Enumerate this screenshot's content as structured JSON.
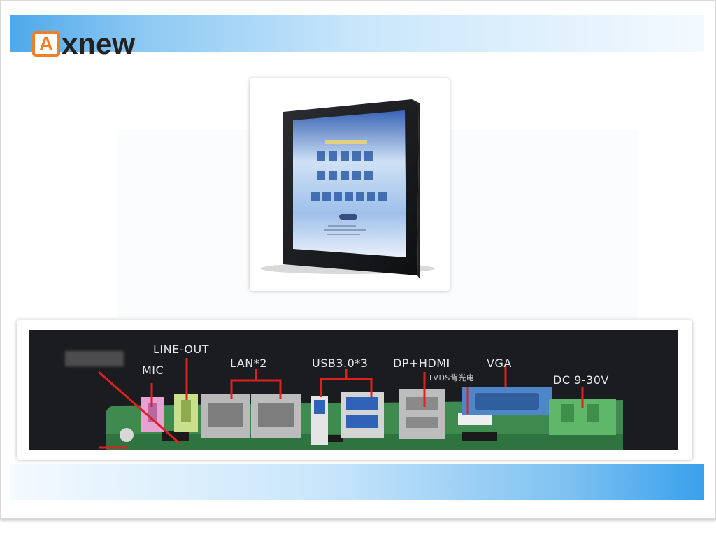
{
  "brand": {
    "logo_letter": "A",
    "logo_text": "xnew",
    "accent_color": "#f07f2a"
  },
  "product_image": {
    "subject": "industrial-panel-pc"
  },
  "board_ports": {
    "labels": {
      "mic": "MIC",
      "line_out": "LINE-OUT",
      "lan": "LAN*2",
      "usb": "USB3.0*3",
      "dp_hdmi": "DP+HDMI",
      "lvds": "LVDS背光电",
      "vga": "VGA",
      "dc": "DC 9-30V"
    },
    "callout_color": "#e02020"
  }
}
